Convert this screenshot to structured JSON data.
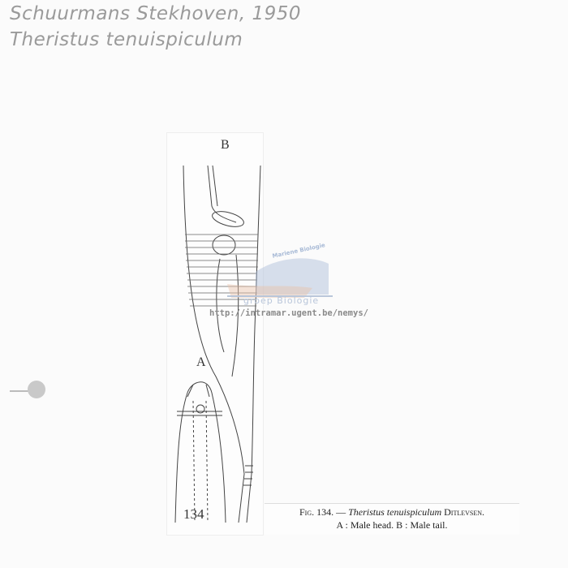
{
  "handwritten_note": {
    "line1": "Schuurmans Stekhoven, 1950",
    "line2": "Theristus tenuispiculum"
  },
  "figure": {
    "label_b": "B",
    "label_a": "A",
    "number": "134"
  },
  "caption": {
    "fig_label": "Fig. 134. —",
    "species": "Theristus tenuispiculum",
    "author": "Ditlevsen.",
    "line2": "A : Male head.  B : Male tail."
  },
  "watermark": {
    "arc_text": "Mariene Biologie",
    "group_text": "groep Biologie",
    "url": "http://intramar.ugent.be/nemys/",
    "colors": {
      "blue": "#a8bad6",
      "orange": "#e8c0a8"
    }
  }
}
